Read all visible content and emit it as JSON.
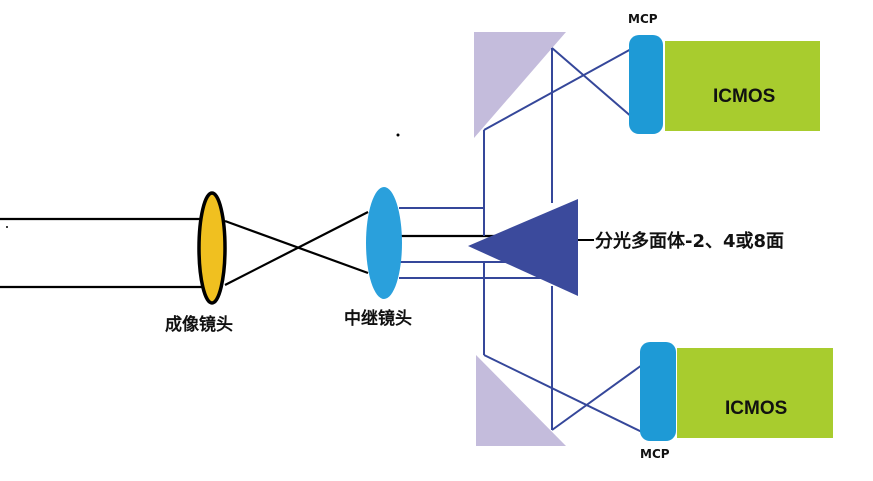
{
  "labels": {
    "imaging_lens": "成像镜头",
    "relay_lens": "中继镜头",
    "prism": "分光多面体-2、4或8面",
    "mcp_top": "MCP",
    "mcp_bottom": "MCP",
    "icmos_top": "ICMOS",
    "icmos_bottom": "ICMOS"
  },
  "colors": {
    "imaging_lens_fill": "#f0c020",
    "relay_lens_fill": "#2aa0dc",
    "mcp_fill": "#1e9ad6",
    "icmos_fill": "#a8cc2e",
    "prism_fill": "#3b4a9c",
    "mirror_fill": "#c4bcdc",
    "ray_color": "#35479a",
    "beam_color": "#000000"
  }
}
